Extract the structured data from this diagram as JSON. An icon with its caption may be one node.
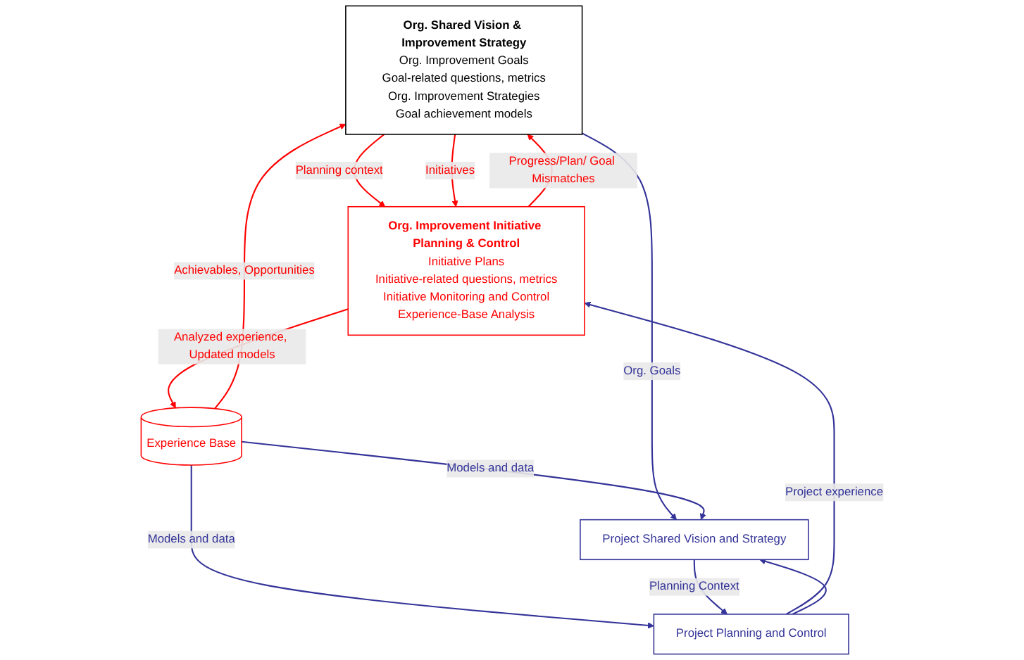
{
  "diagram": {
    "nodes": [
      {
        "text": [
          "Org. Shared Vision & Improvement Strategy",
          "Org. Improvement Goals",
          "Goal-related questions, metrics",
          "Org. Improvement Strategies",
          "Goal achievement models"
        ]
      },
      {
        "text": [
          "Org. Improvement Initiative Planning & Control",
          "Initiative Plans",
          "Initiative-related questions, metrics",
          "Initiative Monitoring and Control",
          "Experience-Base Analysis"
        ]
      },
      {
        "text": [
          "Experience Base"
        ]
      },
      {
        "text": [
          "Project Shared Vision and Strategy"
        ]
      },
      {
        "text": [
          "Project Planning and Control"
        ]
      }
    ],
    "edges": [
      {
        "from": 1,
        "to": 0,
        "arrow": "to",
        "label": "Progress/Plan/ Goal Mismatches",
        "color": "#ff0000"
      },
      {
        "from": 0,
        "to": 1,
        "arrow": "to",
        "label": "Planning context",
        "color": "#ff0000"
      },
      {
        "from": 0,
        "to": 1,
        "arrow": "to",
        "label": "Initiatives",
        "color": "#ff0000"
      },
      {
        "from": 2,
        "to": 0,
        "arrow": "to",
        "label": "Achievables, Opportunities",
        "color": "#ff0000"
      },
      {
        "from": 1,
        "to": 2,
        "arrow": "to",
        "label": "Analyzed experience, Updated models",
        "color": "#ff0000"
      },
      {
        "from": 0,
        "to": 3,
        "arrow": "to",
        "label": "Org. Goals"
      },
      {
        "from": 4,
        "to": 1,
        "arrow": "to",
        "label": "Project experience"
      },
      {
        "from": 2,
        "to": 3,
        "arrow": "to",
        "label": "Models and data"
      },
      {
        "from": 2,
        "to": 4,
        "arrow": "to",
        "label": "Models and data"
      },
      {
        "from": 3,
        "to": 4,
        "arrow": "to",
        "label": "Planning Context"
      },
      {
        "from": 4,
        "to": 3,
        "arrow": "to"
      }
    ]
  }
}
